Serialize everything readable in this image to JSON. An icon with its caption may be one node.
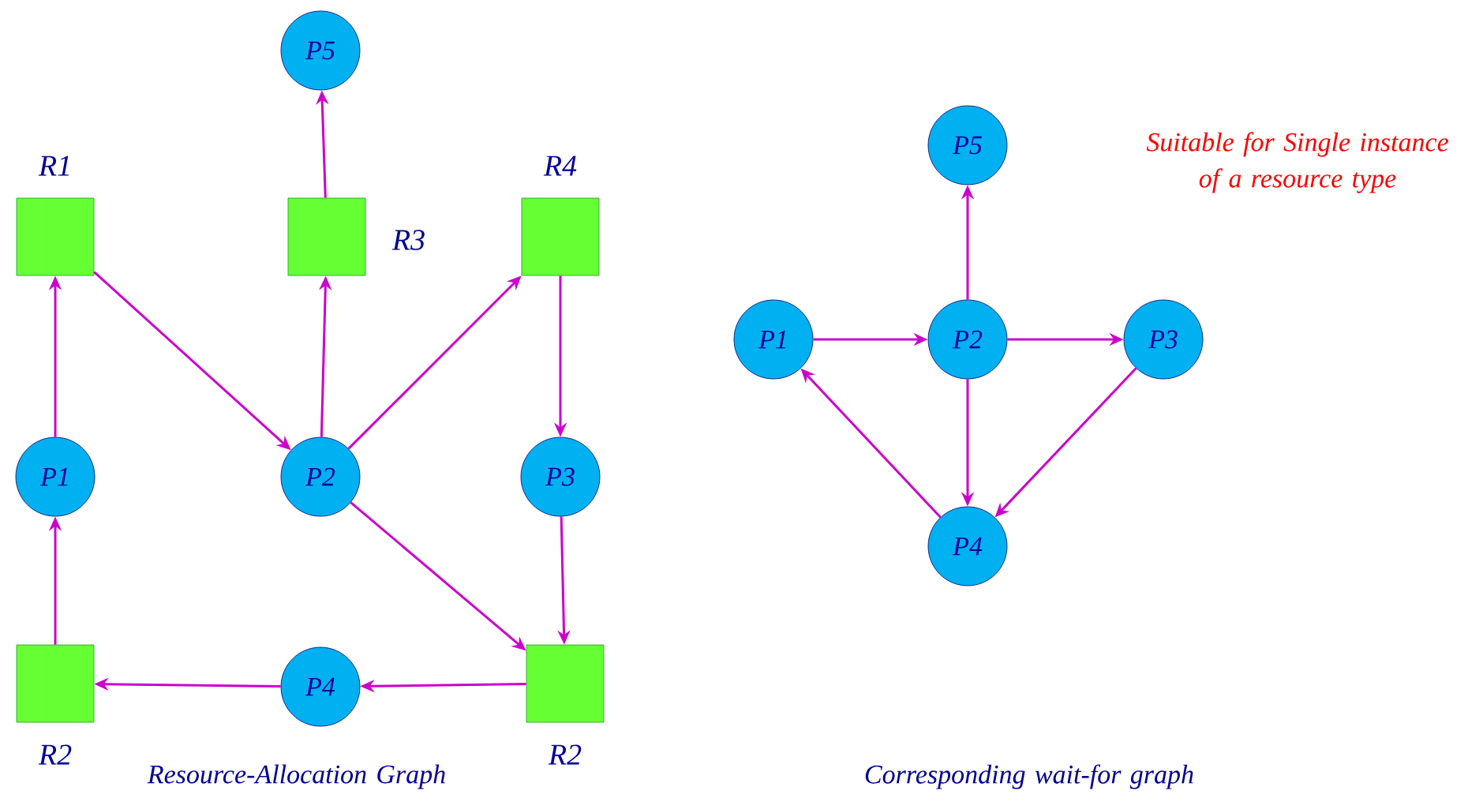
{
  "diagram": {
    "nodes": [
      {
        "text": [
          "P5"
        ]
      },
      {
        "text": [
          "R1"
        ]
      },
      {
        "text": [
          "R3"
        ]
      },
      {
        "text": [
          "R4"
        ]
      },
      {
        "text": [
          "P1"
        ]
      },
      {
        "text": [
          "P2"
        ]
      },
      {
        "text": [
          "P3"
        ]
      },
      {
        "text": [
          "R2"
        ]
      },
      {
        "text": [
          "P4"
        ]
      },
      {
        "text": [
          "R2"
        ]
      },
      {
        "text": [
          "P5"
        ]
      },
      {
        "text": [
          "P1"
        ]
      },
      {
        "text": [
          "P2"
        ]
      },
      {
        "text": [
          "P3"
        ]
      },
      {
        "text": [
          "P4"
        ]
      }
    ],
    "edges": [
      {
        "from": 2,
        "to": 0,
        "arrow": "to"
      },
      {
        "from": 1,
        "to": 5,
        "arrow": "to"
      },
      {
        "from": 5,
        "to": 2,
        "arrow": "to"
      },
      {
        "from": 5,
        "to": 3,
        "arrow": "to"
      },
      {
        "from": 3,
        "to": 6,
        "arrow": "to"
      },
      {
        "from": 4,
        "to": 1,
        "arrow": "to"
      },
      {
        "from": 7,
        "to": 4,
        "arrow": "to"
      },
      {
        "from": 5,
        "to": 9,
        "arrow": "to"
      },
      {
        "from": 6,
        "to": 9,
        "arrow": "to"
      },
      {
        "from": 9,
        "to": 8,
        "arrow": "to"
      },
      {
        "from": 8,
        "to": 7,
        "arrow": "to"
      },
      {
        "from": 12,
        "to": 10,
        "arrow": "to"
      },
      {
        "from": 11,
        "to": 12,
        "arrow": "to"
      },
      {
        "from": 12,
        "to": 13,
        "arrow": "to"
      },
      {
        "from": 12,
        "to": 14,
        "arrow": "to"
      },
      {
        "from": 13,
        "to": 14,
        "arrow": "to"
      },
      {
        "from": 14,
        "to": 11,
        "arrow": "to"
      }
    ],
    "labels": [
      "Suitable for Single instance of a resource type",
      "Resource-Allocation Graph",
      "Corresponding wait-for graph"
    ]
  }
}
